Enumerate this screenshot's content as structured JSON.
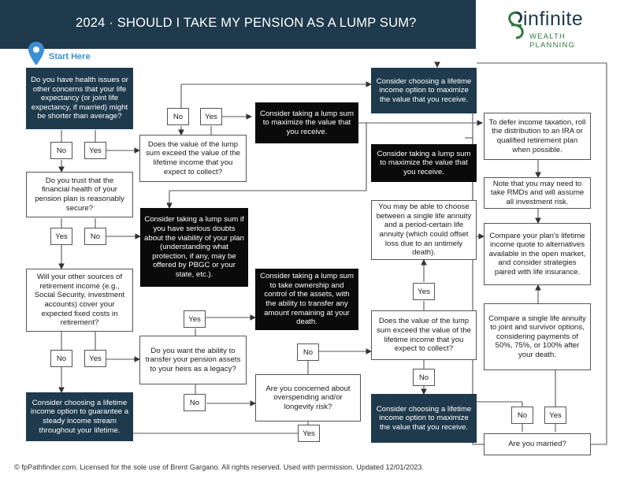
{
  "header": {
    "title": "2024 · SHOULD I TAKE MY PENSION AS A LUMP SUM?"
  },
  "logo": {
    "main": "infinite",
    "sub": "WEALTH PLANNING"
  },
  "start": {
    "label": "Start Here"
  },
  "nodes": {
    "q1": "Do you have health issues or other concerns that your life expectancy (or joint life expectancy, if married) might be shorter than average?",
    "q2": "Do you trust that the financial health of your pension plan is reasonably secure?",
    "q3": "Will your other sources of retirement income (e.g., Social Security, investment accounts) cover your expected fixed costs in retirement?",
    "r1": "Consider choosing a lifetime income option to guarantee a steady income stream throughout your lifetime.",
    "q4": "Does the value of the lump sum exceed the value of the lifetime income that you expect to collect?",
    "r2": "Consider taking a lump sum if you have serious doubts about the viability of your plan (understanding what protection, if any, may be offered by PBGC or your state, etc.).",
    "q5": "Do you want the ability to transfer your pension assets to your heirs as a legacy?",
    "q6": "Are you concerned about overspending and/or longevity risk?",
    "r3": "Consider taking a lump sum to maximize the value that you receive.",
    "r4": "Consider taking a lump sum to take ownership and control of the assets, with the ability to transfer any amount remaining at your death.",
    "r5": "Consider choosing a lifetime income option to maximize the value that you receive.",
    "r6": "Consider taking a lump sum to maximize the value that you receive.",
    "r7": "You may be able to choose between a single life annuity and a period-certain life annuity (which could offset loss due to an untimely death).",
    "q7": "Does the value of the lump sum exceed the value of the lifetime income that you expect to collect?",
    "r8": "Consider choosing a lifetime income option to maximize the value that you receive.",
    "r9": "To defer income taxation, roll the distribution to an IRA or qualified retirement plan when possible.",
    "r10": "Note that you may need to take RMDs and will assume all investment risk.",
    "r11": "Compare your plan's lifetime income quote to alternatives available in the open market, and consider strategies paired with life insurance.",
    "r12": "Compare a single life annuity to joint and survivor options, considering payments of 50%, 75%, or 100% after your death.",
    "q8": "Are you married?"
  },
  "answers": {
    "yes": "Yes",
    "no": "No"
  },
  "colors": {
    "dark_navy": "#1f3a4d",
    "black": "#0a0a0a",
    "start_blue": "#3b8fd4",
    "logo_green": "#2f7a3d"
  },
  "footer": {
    "text": "© fpPathfinder.com. Licensed for the sole use of Brent Gargano. All rights reserved. Used with permission. Updated 12/01/2023."
  }
}
